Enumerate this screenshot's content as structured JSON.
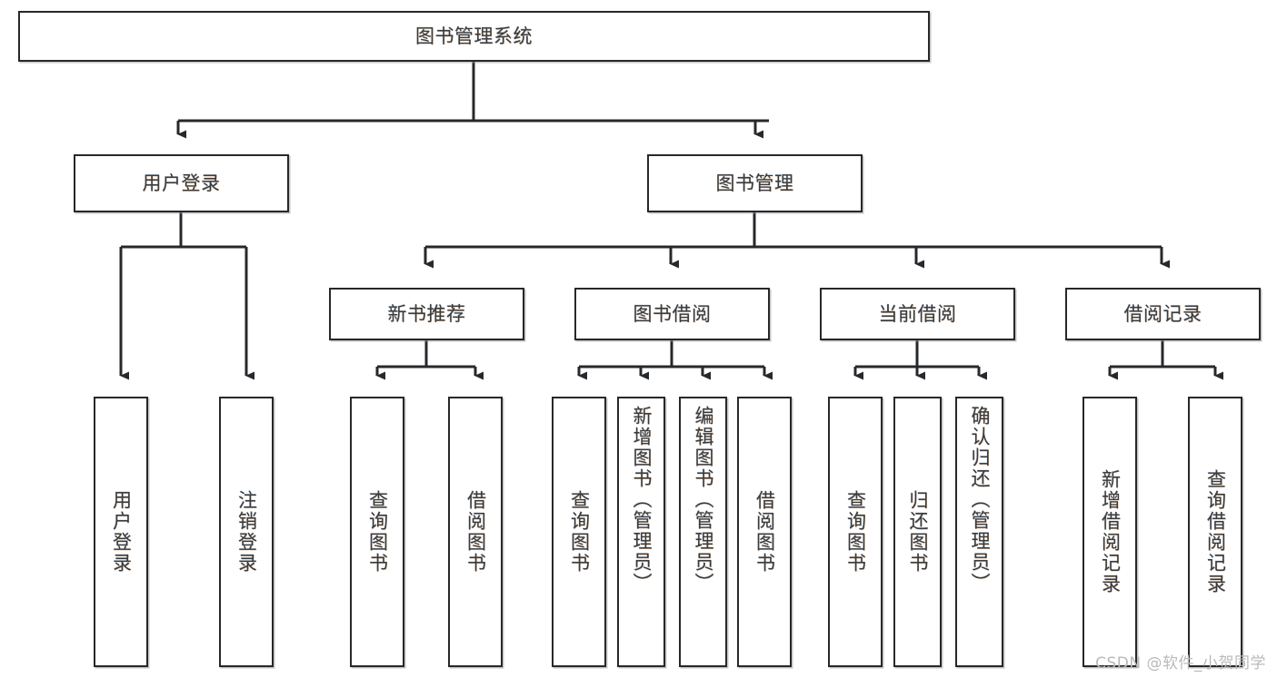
{
  "diagram": {
    "title": "图书管理系统",
    "type": "tree",
    "watermark": "CSDN @软件_小贺同学",
    "colors": {
      "box_border": "#26282b",
      "box_fill": "#ffffff",
      "connector": "#26282b",
      "text": "#3b3b3b",
      "watermark": "#b9b9b9",
      "background": "#ffffff"
    },
    "root": {
      "label": "图书管理系统"
    },
    "level1": [
      {
        "label": "用户登录"
      },
      {
        "label": "图书管理"
      }
    ],
    "level2": [
      {
        "label": "新书推荐"
      },
      {
        "label": "图书借阅"
      },
      {
        "label": "当前借阅"
      },
      {
        "label": "借阅记录"
      }
    ],
    "leaves": {
      "user_login": [
        {
          "label": "用户登录"
        },
        {
          "label": "注销登录"
        }
      ],
      "new_book_recommend": [
        {
          "label": "查询图书"
        },
        {
          "label": "借阅图书"
        }
      ],
      "book_borrow": [
        {
          "label": "查询图书"
        },
        {
          "label": "新增图书（管理员）"
        },
        {
          "label": "编辑图书（管理员）"
        },
        {
          "label": "借阅图书"
        }
      ],
      "current_borrow": [
        {
          "label": "查询图书"
        },
        {
          "label": "归还图书"
        },
        {
          "label": "确认归还（管理员）"
        }
      ],
      "borrow_record": [
        {
          "label": "新增借阅记录"
        },
        {
          "label": "查询借阅记录"
        }
      ]
    }
  }
}
